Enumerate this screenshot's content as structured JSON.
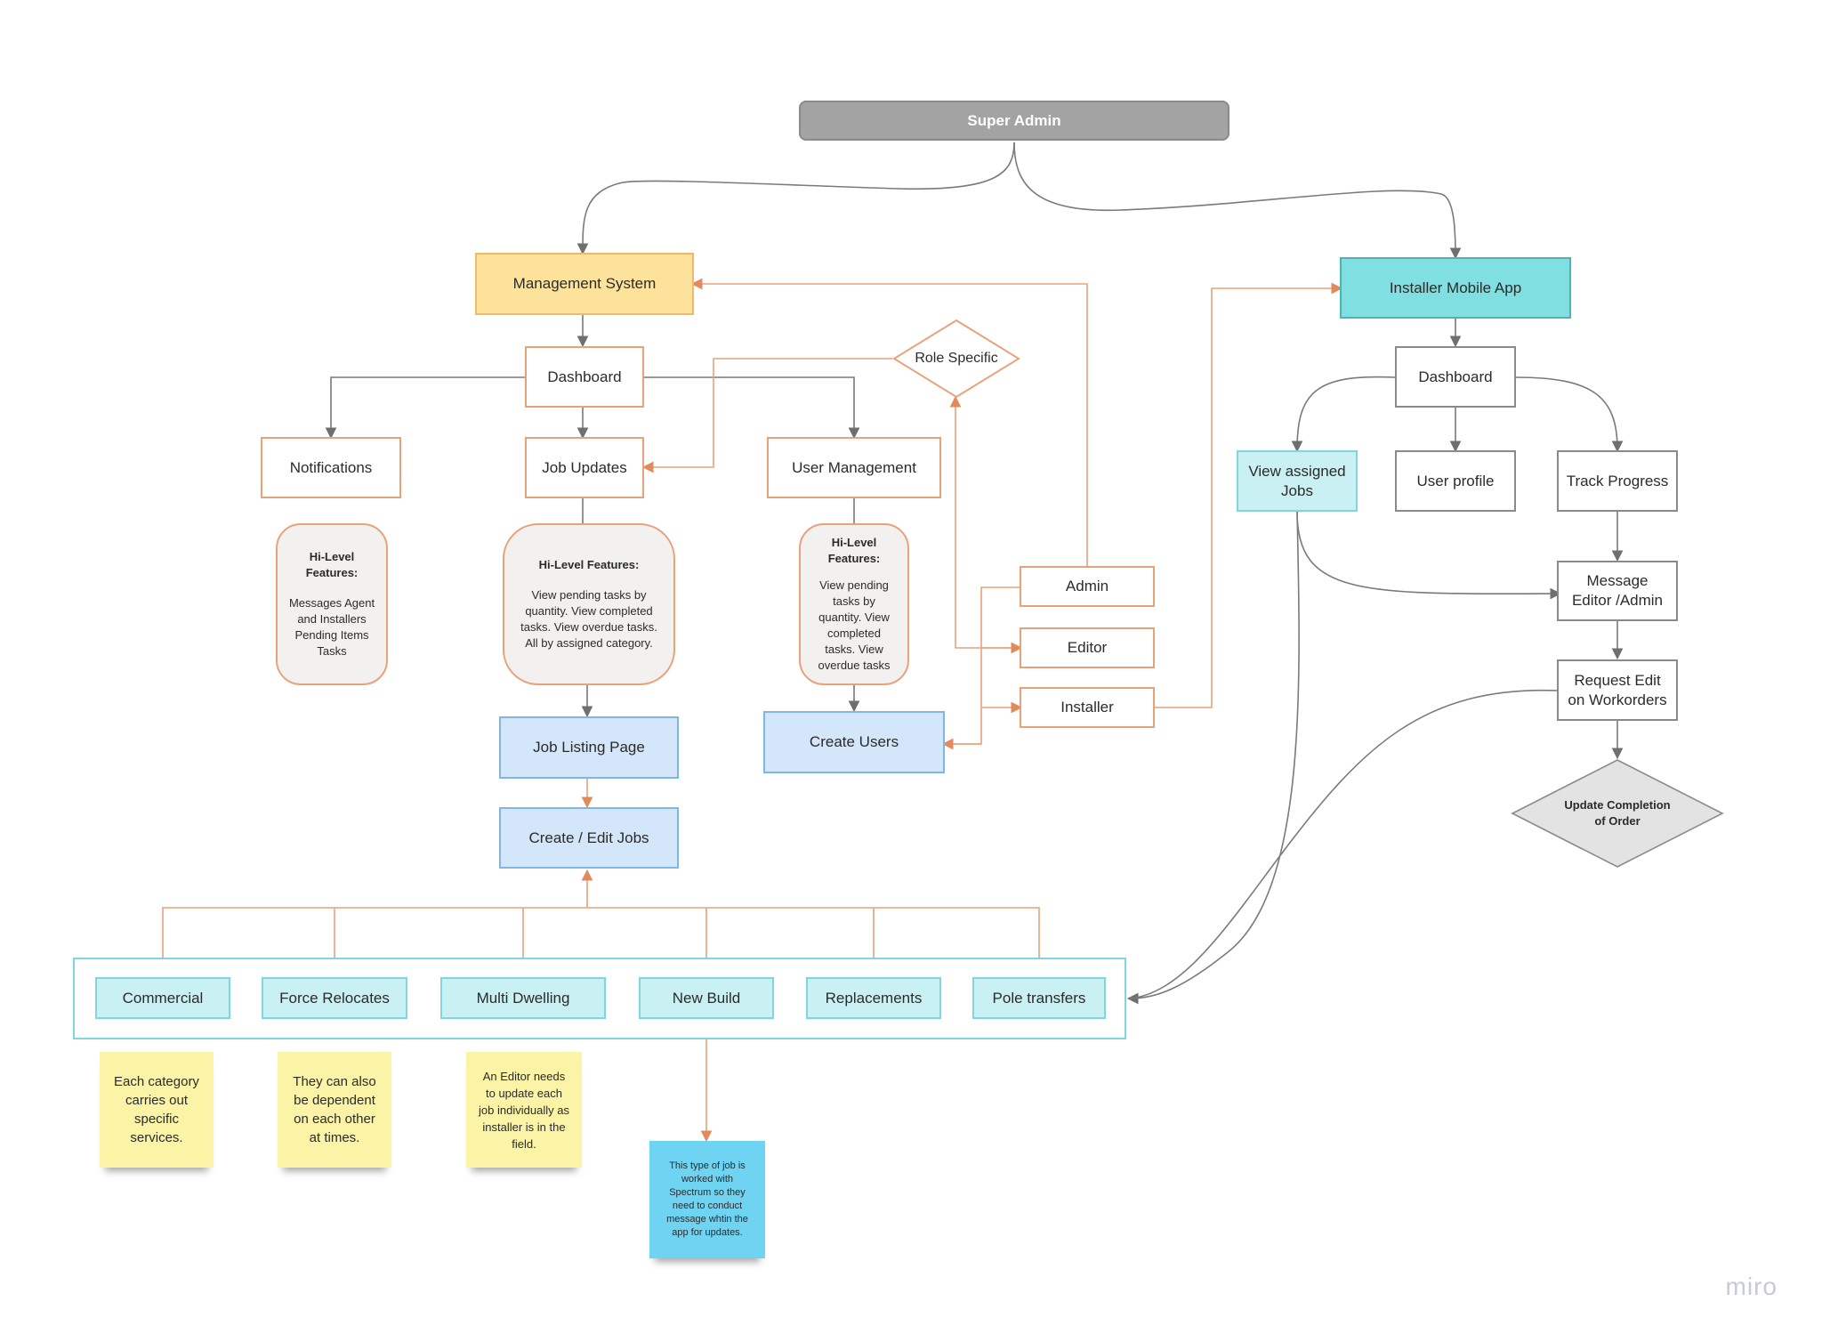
{
  "colors": {
    "orange_line": "#e8a27a",
    "grey_line": "#7a7a7a",
    "mgmt": "#fde29b",
    "installer_app": "#7fdfe1",
    "blue_box": "#d4e6f9",
    "cyan_box": "#c9f1f3"
  },
  "nodes": {
    "super_admin": "Super Admin",
    "management_system": "Management System",
    "installer_mobile_app": "Installer Mobile App",
    "dashboard_mgmt": "Dashboard",
    "role_specific": "Role Specific",
    "notifications": "Notifications",
    "job_updates": "Job Updates",
    "user_management": "User Management",
    "admin": "Admin",
    "editor": "Editor",
    "installer": "Installer",
    "job_listing_page": "Job Listing Page",
    "create_edit_jobs": "Create / Edit Jobs",
    "create_users": "Create Users",
    "dashboard_app": "Dashboard",
    "view_assigned_jobs": "View assigned Jobs",
    "user_profile": "User profile",
    "track_progress": "Track Progress",
    "message_editor_admin": "Message Editor /Admin",
    "request_edit_workorders": "Request Edit on Workorders",
    "update_completion_order": "Update Completion of Order"
  },
  "features": {
    "notifications": {
      "title": "Hi-Level Features:",
      "body": "Messages Agent and Installers Pending Items Tasks"
    },
    "job_updates": {
      "title": "Hi-Level Features:",
      "body": "View pending tasks by quantity. View completed tasks. View overdue tasks. All by assigned category."
    },
    "user_management": {
      "title": "Hi-Level Features:",
      "body": "View pending tasks by quantity. View completed tasks. View overdue tasks"
    }
  },
  "categories": [
    "Commercial",
    "Force Relocates",
    "Multi Dwelling",
    "New Build",
    "Replacements",
    "Pole transfers"
  ],
  "notes": {
    "each_category": "Each category carries out specific services.",
    "dependent": "They can also be dependent on each other at times.",
    "editor_update": "An Editor needs to update each job individually as installer is in the field.",
    "spectrum": "This type of job is worked with Spectrum so they need to conduct message whtin the app for updates."
  },
  "watermark": "miro"
}
